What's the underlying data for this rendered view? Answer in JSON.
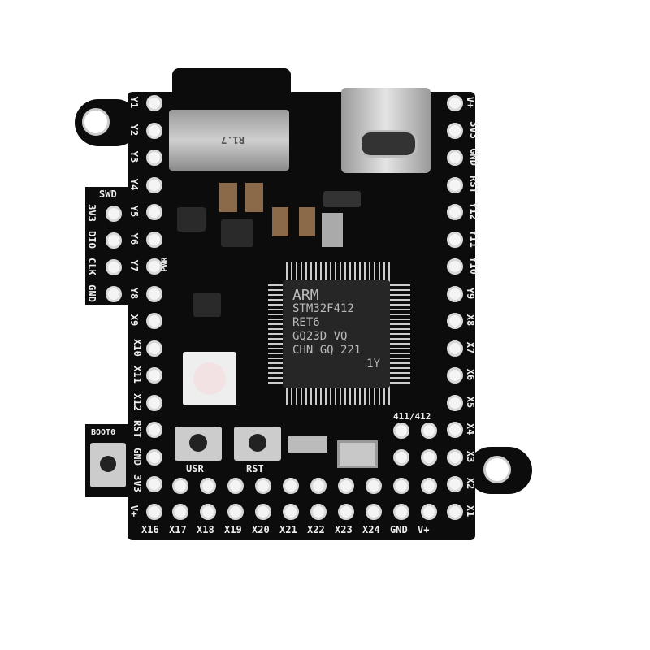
{
  "board": {
    "mcu_marking": [
      "ARM",
      "STM32F412",
      "RET6",
      "GQ23D VQ",
      "CHN GQ 221",
      "1Y"
    ],
    "left_header": [
      "Y1",
      "Y2",
      "Y3",
      "Y4",
      "Y5",
      "Y6",
      "Y7",
      "Y8",
      "X9",
      "X10",
      "X11",
      "X12",
      "RST",
      "GND",
      "3V3",
      "V+"
    ],
    "right_header": [
      "V+",
      "3V3",
      "GND",
      "RST",
      "Y12",
      "Y11",
      "Y10",
      "Y9",
      "X8",
      "X7",
      "X6",
      "X5",
      "X4",
      "X3",
      "X2",
      "X1"
    ],
    "bottom_header": [
      "X16",
      "X17",
      "X18",
      "X19",
      "X20",
      "X21",
      "X22",
      "X23",
      "X24",
      "GND",
      "V+"
    ],
    "swd_title": "SWD",
    "swd_pins": [
      "3V3",
      "DIO",
      "CLK",
      "GND"
    ],
    "boot_label": "BOOT0",
    "usr_label": "USR",
    "rst_label": "RST",
    "pwr_label": "PWR",
    "variant_label": "411/412",
    "sd_label": "R1.7",
    "colors": {
      "pcb": "#0c0c0c",
      "silkscreen": "#eeeeee",
      "pad": "#d8d8d8"
    }
  }
}
